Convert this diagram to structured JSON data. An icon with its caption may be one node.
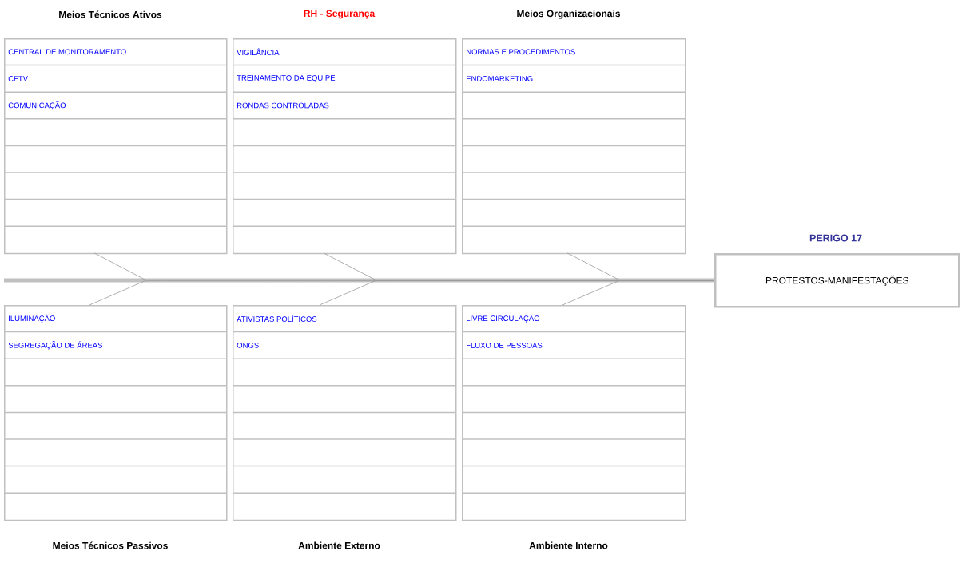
{
  "diagram": {
    "nodes": [
      {
        "text": [
          "Meios Técnicos Ativos",
          "CENTRAL DE MONITORAMENTO",
          "CFTV",
          "COMUNICAÇÃO"
        ]
      },
      {
        "text": [
          "RH - Segurança",
          "VIGILÂNCIA",
          "TREINAMENTO DA EQUIPE",
          "RONDAS CONTROLADAS"
        ]
      },
      {
        "text": [
          "Meios Organizacionais",
          "NORMAS E PROCEDIMENTOS",
          "ENDOMARKETING"
        ]
      },
      {
        "text": [
          "PERIGO 17",
          "PROTESTOS-MANIFESTAÇÕES"
        ]
      },
      {
        "text": [
          "ILUMINAÇÃO",
          "SEGREGAÇÃO DE ÁREAS",
          "Meios Técnicos Passivos"
        ]
      },
      {
        "text": [
          "ATIVISTAS POLÍTICOS",
          "ONGS",
          "Ambiente Externo"
        ]
      },
      {
        "text": [
          "LIVRE CIRCULAÇÃO",
          "FLUXO DE PESSOAS",
          "Ambiente Interno"
        ]
      }
    ],
    "edges": [
      {
        "from": 0,
        "to": 3,
        "arrow": "none"
      },
      {
        "from": 1,
        "to": 3,
        "arrow": "none"
      },
      {
        "from": 2,
        "to": 3,
        "arrow": "none"
      },
      {
        "from": 4,
        "to": 3,
        "arrow": "none"
      },
      {
        "from": 5,
        "to": 3,
        "arrow": "none"
      },
      {
        "from": 6,
        "to": 3,
        "arrow": "none"
      }
    ]
  }
}
